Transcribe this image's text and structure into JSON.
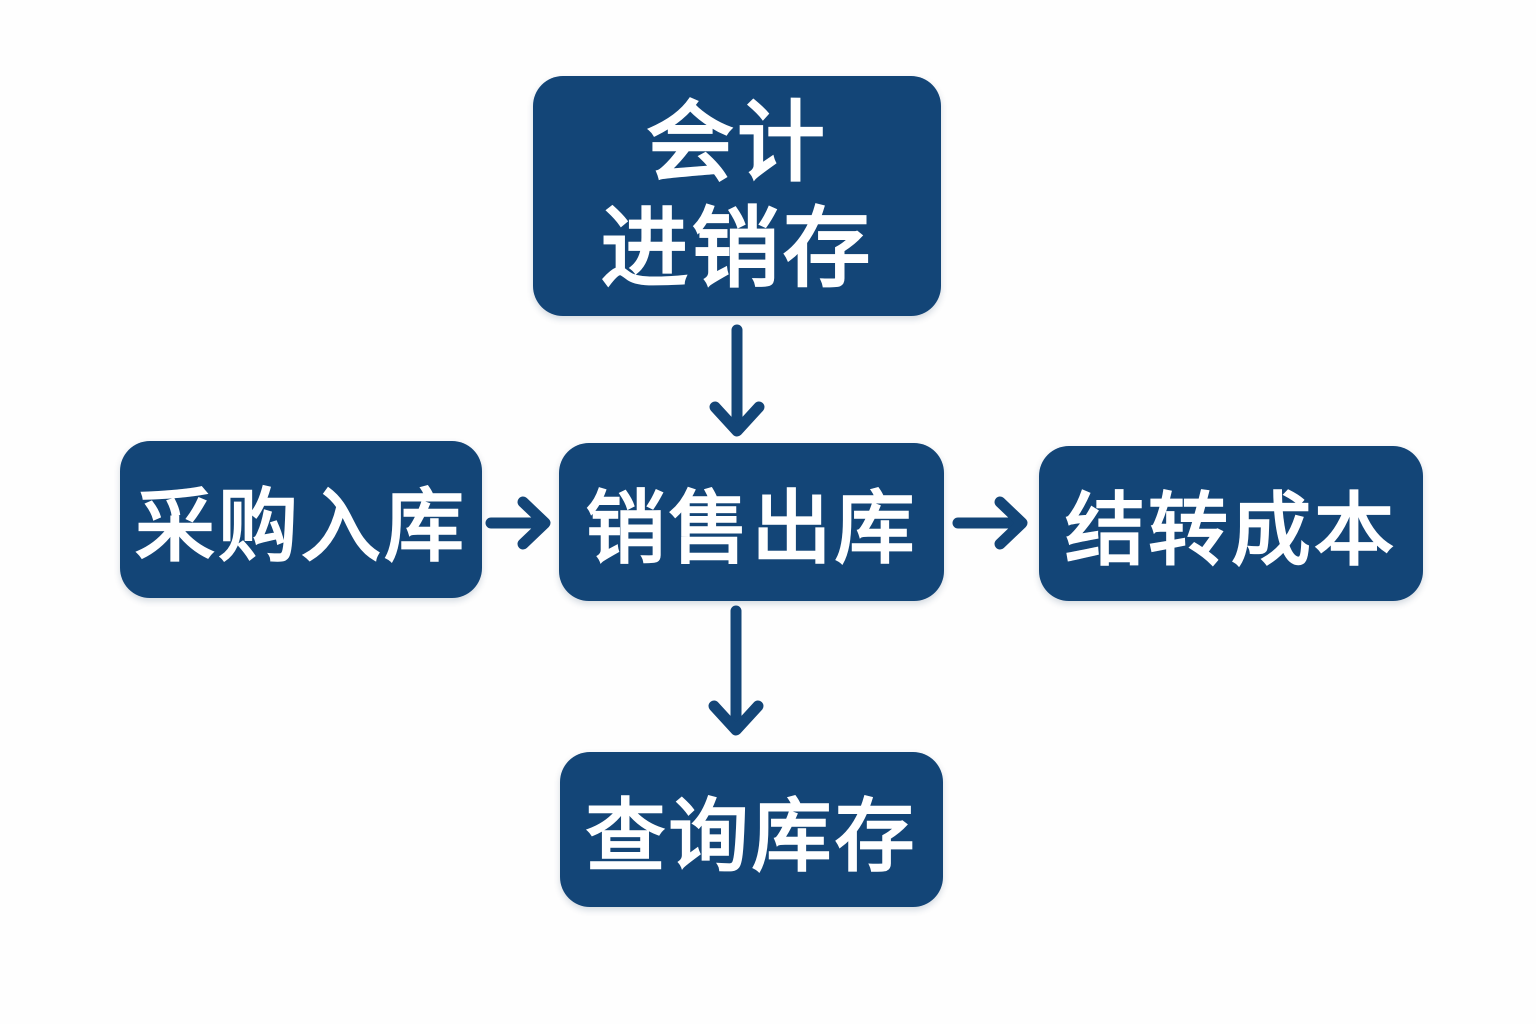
{
  "diagram": {
    "type": "flowchart",
    "colors": {
      "accent": "#134577",
      "node_fill": "#134577",
      "node_text": "#ffffff",
      "background": "#fefefe",
      "arrow": "#134577"
    },
    "nodes": [
      {
        "id": "accounting-inventory",
        "lines": [
          "会计",
          "进销存"
        ],
        "position": "top-center"
      },
      {
        "id": "purchase-inbound",
        "label": "采购入库",
        "position": "middle-left"
      },
      {
        "id": "sales-outbound",
        "label": "销售出库",
        "position": "middle-center"
      },
      {
        "id": "cost-carryover",
        "label": "结转成本",
        "position": "middle-right"
      },
      {
        "id": "inventory-query",
        "label": "查询库存",
        "position": "bottom-center"
      }
    ],
    "edges": [
      {
        "from": "accounting-inventory",
        "to": "sales-outbound",
        "direction": "down"
      },
      {
        "from": "purchase-inbound",
        "to": "sales-outbound",
        "direction": "right"
      },
      {
        "from": "sales-outbound",
        "to": "cost-carryover",
        "direction": "right"
      },
      {
        "from": "sales-outbound",
        "to": "inventory-query",
        "direction": "down"
      }
    ]
  }
}
